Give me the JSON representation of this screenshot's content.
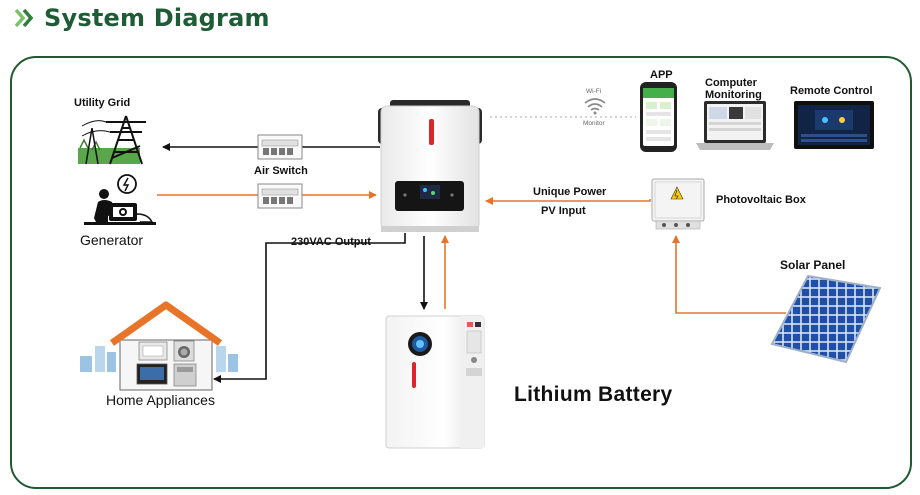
{
  "header": {
    "title": "System Diagram"
  },
  "labels": {
    "utility_grid": "Utility Grid",
    "air_switch": "Air Switch",
    "generator": "Generator",
    "output_230": "230VAC Output",
    "home_appliances": "Home  Appliances",
    "unique_power": "Unique Power",
    "pv_input": "PV Input",
    "photovoltaic_box": "Photovoltaic Box",
    "solar_panel": "Solar Panel",
    "lithium_battery": "Lithium Battery",
    "app": "APP",
    "computer_monitoring_1": "Computer",
    "computer_monitoring_2": "Monitoring",
    "remote_control": "Remote Control",
    "wifi": "Wi-Fi",
    "monitor": "Monitor"
  },
  "colors": {
    "title_green": "#1d5c35",
    "frame_green": "#1f5a32",
    "flow_orange": "#e8742a",
    "flow_black": "#111111",
    "inverter_red": "#d9262b",
    "panel_blue": "#1f4fa8"
  },
  "icons": [
    "chevron-double-right-icon",
    "utility-grid-tower-icon",
    "generator-icon",
    "air-switch-icon",
    "inverter-icon",
    "wifi-icon",
    "phone-app-icon",
    "laptop-icon",
    "remote-control-screen-icon",
    "photovoltaic-box-icon",
    "solar-panel-icon",
    "house-icon",
    "lithium-battery-icon"
  ]
}
